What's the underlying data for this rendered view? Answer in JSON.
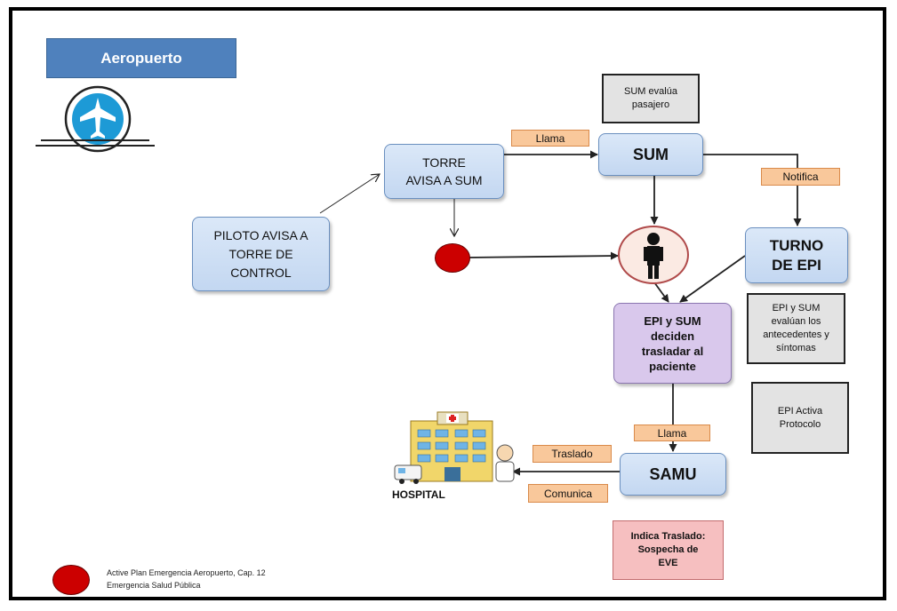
{
  "header": {
    "title": "Aeropuerto",
    "color": "#4f81bd"
  },
  "icons": {
    "airport": "airplane-icon",
    "person": "person-icon",
    "hospital": "hospital-icon",
    "stop": "red-dot-icon"
  },
  "nodes": {
    "piloto": "PILOTO AVISA A TORRE DE CONTROL",
    "torre": "TORRE AVISA A SUM",
    "sum": "SUM",
    "sum_evalua": "SUM evalúa pasajero",
    "turno_epi": "TURNO DE EPI",
    "epi_sum_evaluan": "EPI y SUM evalúan los antecedentes y síntomas",
    "deciden": "EPI y SUM deciden trasladar al paciente",
    "epi_activa": "EPI Activa Protocolo",
    "samu": "SAMU",
    "indica": "Indica Traslado: Sospecha de EVE",
    "hospital": "HOSPITAL"
  },
  "labels": {
    "llama_1": "Llama",
    "notifica": "Notifica",
    "llama_2": "Llama",
    "traslado": "Traslado",
    "comunica": "Comunica"
  },
  "legend": {
    "text": "Active Plan Emergencia Aeropuerto, Cap. 12 Emergencia Salud Pública"
  },
  "colors": {
    "box_fill": "#c6d9f1",
    "label_fill": "#f9c89b",
    "decision_fill": "#d9c8ec",
    "alert_fill": "#f6bfc0",
    "dot": "#cc0000"
  }
}
